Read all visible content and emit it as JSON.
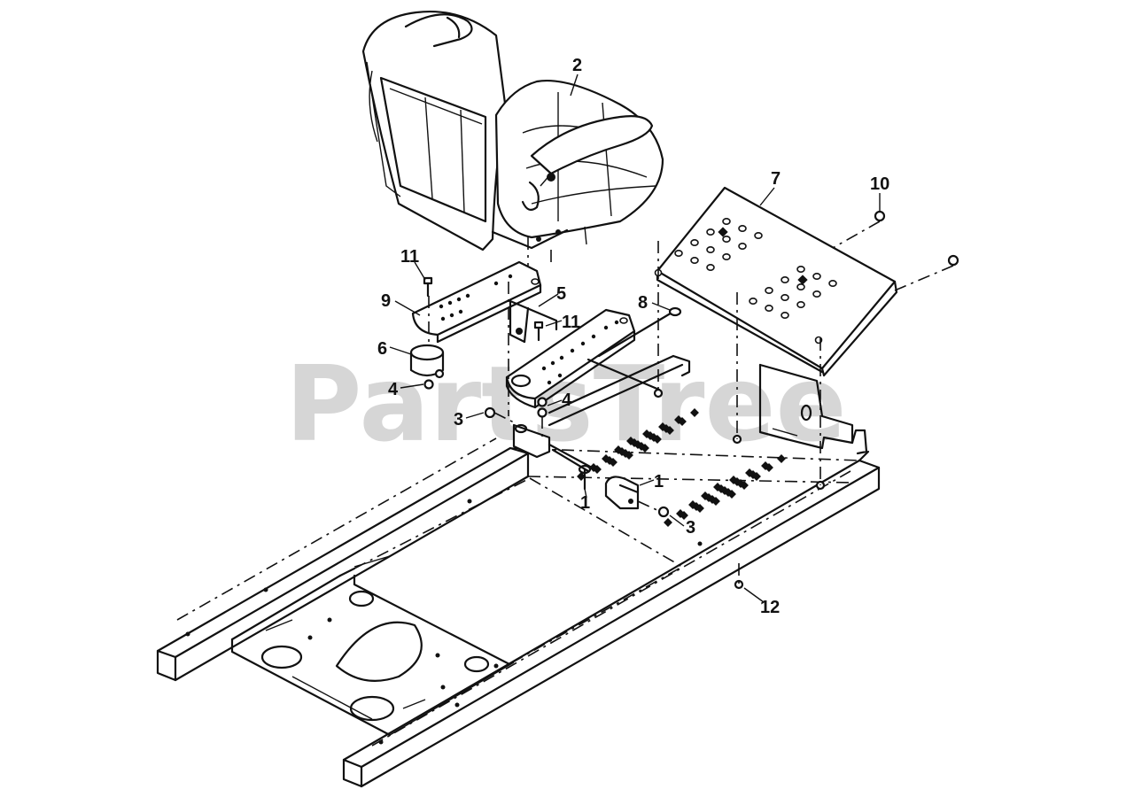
{
  "watermark": {
    "text": "PartsTree",
    "trademark": "™"
  },
  "callouts": [
    {
      "id": "c-2",
      "number": "2"
    },
    {
      "id": "c-7",
      "number": "7"
    },
    {
      "id": "c-10",
      "number": "10"
    },
    {
      "id": "c-11a",
      "number": "11"
    },
    {
      "id": "c-9",
      "number": "9"
    },
    {
      "id": "c-5",
      "number": "5"
    },
    {
      "id": "c-11b",
      "number": "11"
    },
    {
      "id": "c-8",
      "number": "8"
    },
    {
      "id": "c-6",
      "number": "6"
    },
    {
      "id": "c-4a",
      "number": "4"
    },
    {
      "id": "c-4b",
      "number": "4"
    },
    {
      "id": "c-3a",
      "number": "3"
    },
    {
      "id": "c-1a",
      "number": "1"
    },
    {
      "id": "c-1b",
      "number": "1"
    },
    {
      "id": "c-3b",
      "number": "3"
    },
    {
      "id": "c-12",
      "number": "12"
    }
  ]
}
